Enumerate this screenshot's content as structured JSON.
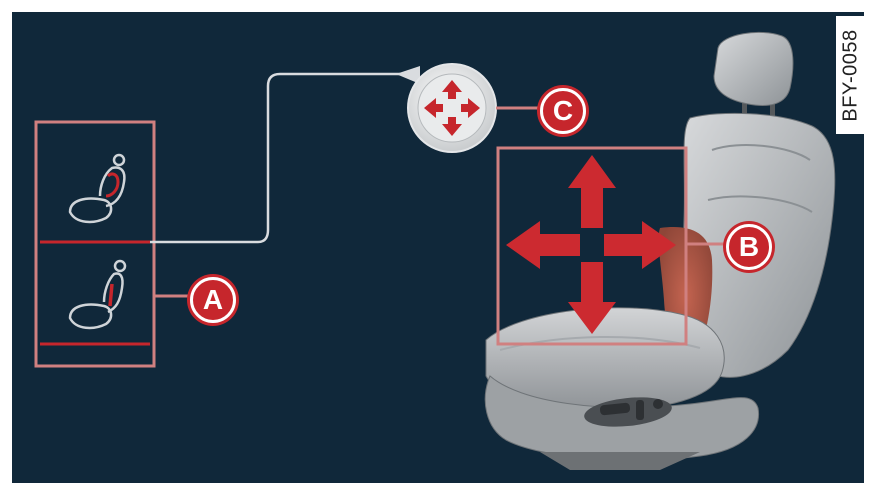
{
  "figure_code": "BFY-0058",
  "callouts": {
    "a": "A",
    "b": "B",
    "c": "C"
  },
  "colors": {
    "background": "#10283a",
    "accent_red": "#c6262c",
    "highlight_frame": "#d08080",
    "seat_gray": "#b8bcbf",
    "lumbar_zone": "#b85a48"
  },
  "icons": {
    "seat_control_top": "seat-lumbar-icon",
    "seat_control_bottom": "seat-backrest-icon",
    "direction_pad": "four-way-arrows-icon",
    "seat": "car-seat-illustration"
  }
}
